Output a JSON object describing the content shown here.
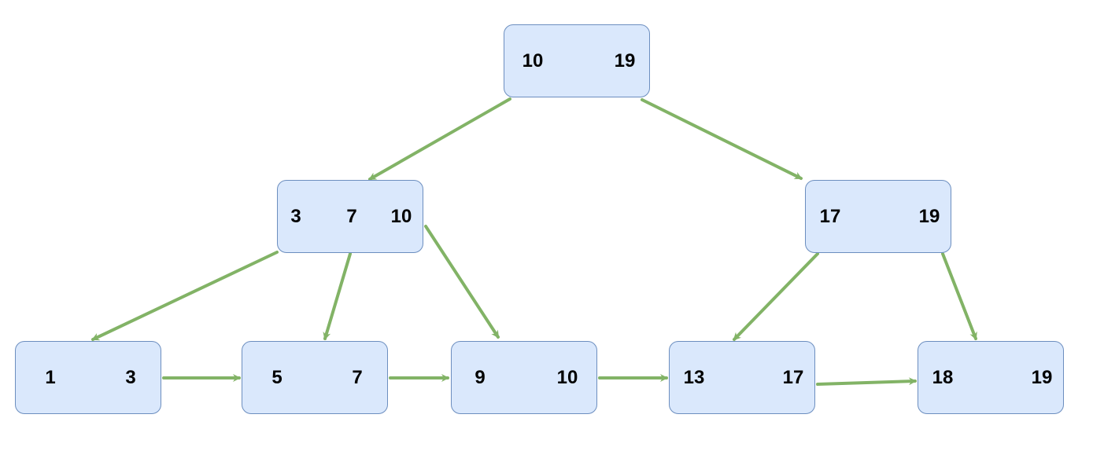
{
  "colors": {
    "node_fill": "#dae8fc",
    "node_border": "#6c8ebf",
    "edge": "#82b366",
    "text": "#000000"
  },
  "nodes": {
    "root": {
      "keys": [
        "10",
        "19"
      ]
    },
    "internal_left": {
      "keys": [
        "3",
        "7",
        "10"
      ]
    },
    "internal_right": {
      "keys": [
        "17",
        "19"
      ]
    },
    "leaf_1": {
      "keys": [
        "1",
        "3"
      ]
    },
    "leaf_2": {
      "keys": [
        "5",
        "7"
      ]
    },
    "leaf_3": {
      "keys": [
        "9",
        "10"
      ]
    },
    "leaf_4": {
      "keys": [
        "13",
        "17"
      ]
    },
    "leaf_5": {
      "keys": [
        "18",
        "19"
      ]
    }
  },
  "edges": [
    {
      "from": "root",
      "to": "internal_left",
      "kind": "child"
    },
    {
      "from": "root",
      "to": "internal_right",
      "kind": "child"
    },
    {
      "from": "internal_left",
      "to": "leaf_1",
      "kind": "child"
    },
    {
      "from": "internal_left",
      "to": "leaf_2",
      "kind": "child"
    },
    {
      "from": "internal_left",
      "to": "leaf_3",
      "kind": "child"
    },
    {
      "from": "internal_right",
      "to": "leaf_4",
      "kind": "child"
    },
    {
      "from": "internal_right",
      "to": "leaf_5",
      "kind": "child"
    },
    {
      "from": "leaf_1",
      "to": "leaf_2",
      "kind": "sibling-link"
    },
    {
      "from": "leaf_2",
      "to": "leaf_3",
      "kind": "sibling-link"
    },
    {
      "from": "leaf_3",
      "to": "leaf_4",
      "kind": "sibling-link"
    },
    {
      "from": "leaf_4",
      "to": "leaf_5",
      "kind": "sibling-link"
    }
  ]
}
